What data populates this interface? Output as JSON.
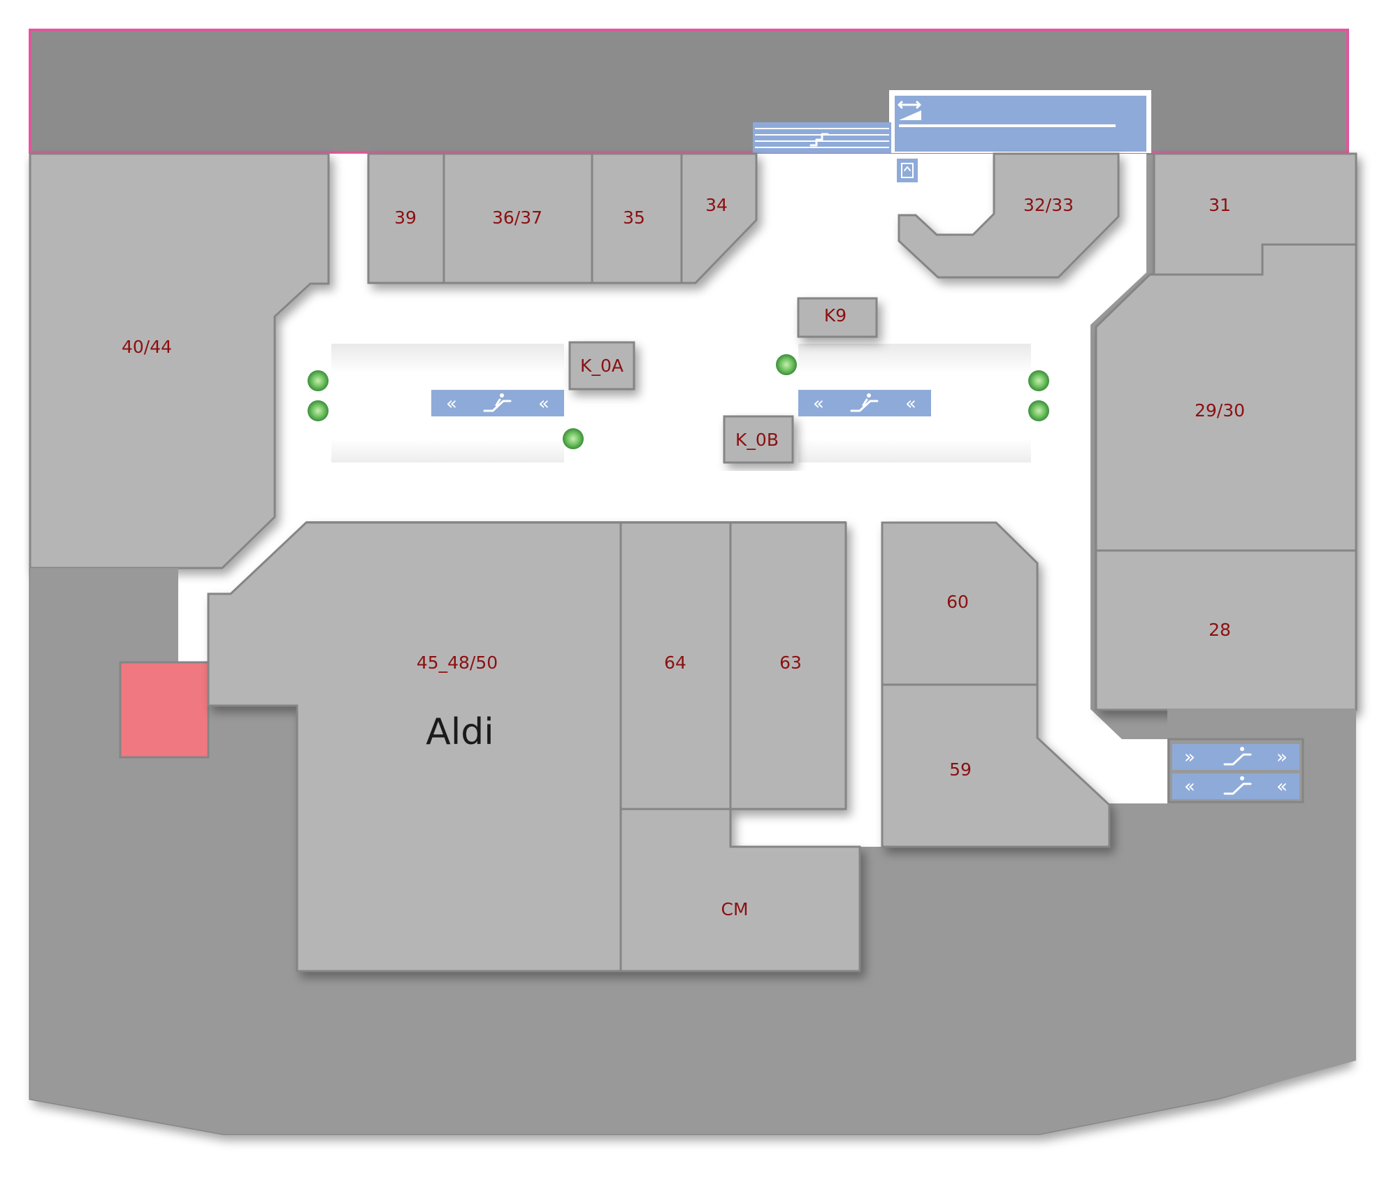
{
  "colors": {
    "unit_fill": "#b6b5b6",
    "base_fill": "#999999",
    "parking_fill": "#8c8c8c",
    "parking_border": "#e0579b",
    "corridor": "#ffffff",
    "label_text": "#8b1010",
    "escalator": "#8eaad8",
    "highlight": "#f07880",
    "plant": "#5fb85a"
  },
  "units": [
    {
      "id": "39",
      "label": "39"
    },
    {
      "id": "36-37",
      "label": "36/37"
    },
    {
      "id": "35",
      "label": "35"
    },
    {
      "id": "34",
      "label": "34"
    },
    {
      "id": "32-33",
      "label": "32/33"
    },
    {
      "id": "31",
      "label": "31"
    },
    {
      "id": "40-44",
      "label": "40/44"
    },
    {
      "id": "29-30",
      "label": "29/30"
    },
    {
      "id": "28",
      "label": "28"
    },
    {
      "id": "k9",
      "label": "K9"
    },
    {
      "id": "k-0a",
      "label": "K_0A"
    },
    {
      "id": "k-0b",
      "label": "K_0B"
    },
    {
      "id": "45-48-50",
      "label": "45_48/50"
    },
    {
      "id": "64",
      "label": "64"
    },
    {
      "id": "63",
      "label": "63"
    },
    {
      "id": "60",
      "label": "60"
    },
    {
      "id": "59",
      "label": "59"
    },
    {
      "id": "cm",
      "label": "CM"
    }
  ],
  "anchor_tenant": {
    "unit": "45-48-50",
    "name": "Aldi"
  },
  "icons": {
    "escalator": "escalator-icon",
    "stairs": "stairs-icon",
    "ramp": "ramp-icon",
    "elevator": "elevator-icon",
    "plant": "plant-icon",
    "chevron_left": "«",
    "chevron_right": "»"
  }
}
